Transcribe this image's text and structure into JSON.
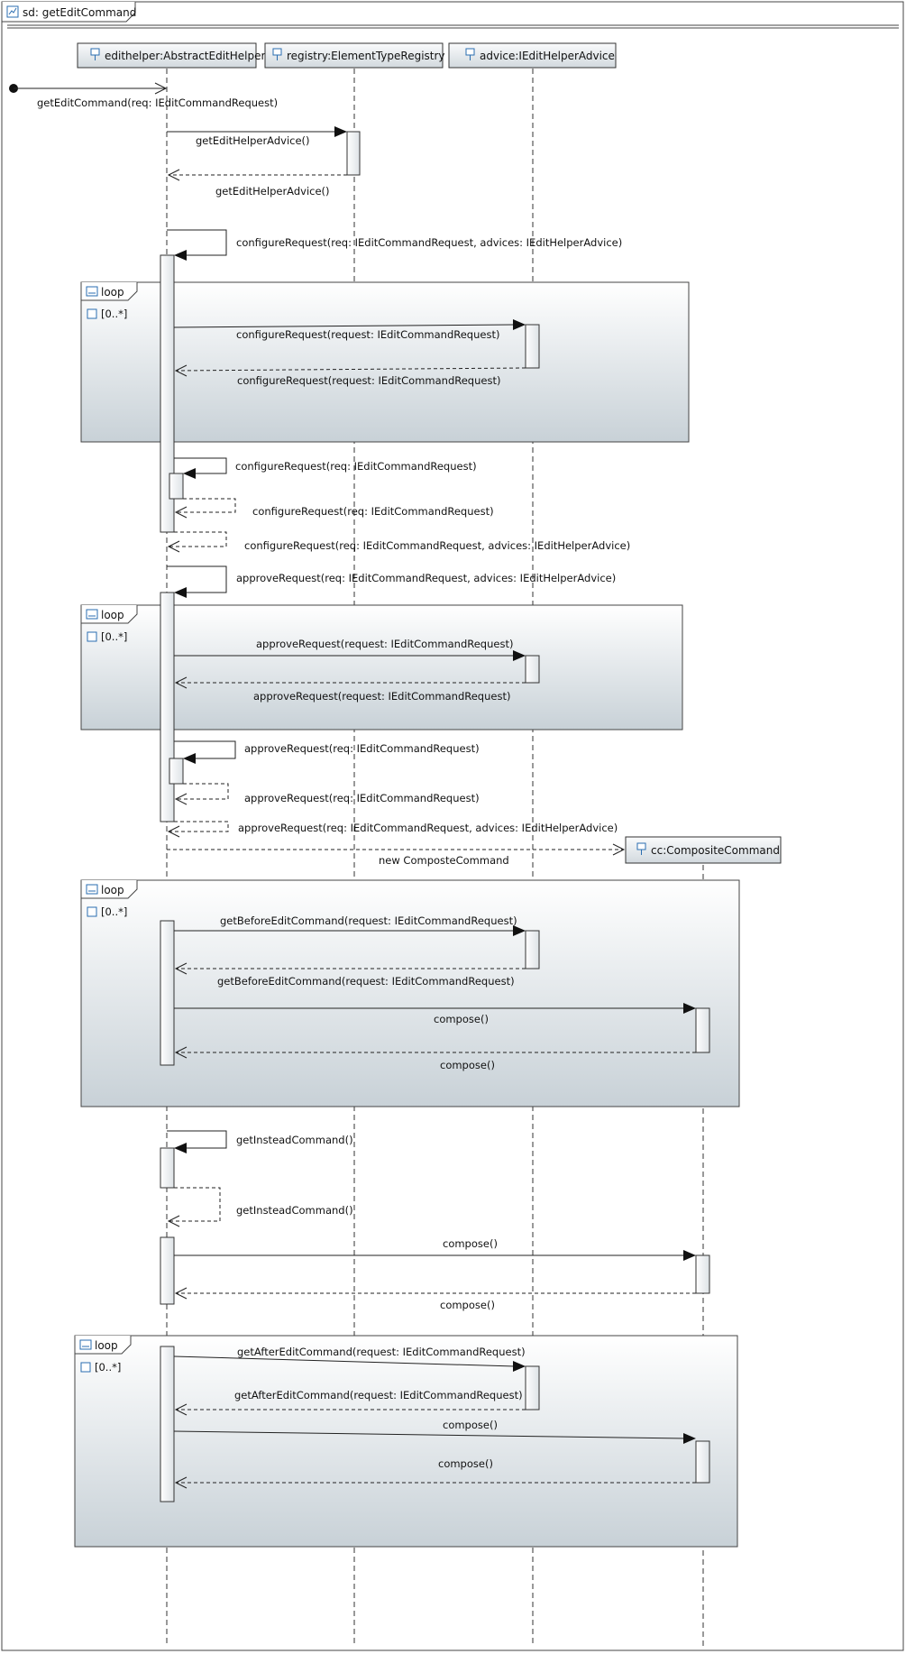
{
  "diagram": {
    "title": "sd: getEditCommand",
    "lifelines": [
      {
        "id": "edithelper",
        "label": "edithelper:AbstractEditHelper"
      },
      {
        "id": "registry",
        "label": "registry:ElementTypeRegistry"
      },
      {
        "id": "advice",
        "label": "advice:IEditHelperAdvice"
      },
      {
        "id": "cc",
        "label": "cc:CompositeCommand"
      }
    ],
    "fragments": [
      {
        "keyword": "loop",
        "guard": "[0..*]"
      },
      {
        "keyword": "loop",
        "guard": "[0..*]"
      },
      {
        "keyword": "loop",
        "guard": "[0..*]"
      },
      {
        "keyword": "loop",
        "guard": "[0..*]"
      }
    ],
    "messages": [
      {
        "label": "getEditCommand(req: IEditCommandRequest)"
      },
      {
        "label": "getEditHelperAdvice()"
      },
      {
        "label": "getEditHelperAdvice()"
      },
      {
        "label": "configureRequest(req: IEditCommandRequest, advices: IEditHelperAdvice)"
      },
      {
        "label": "configureRequest(request: IEditCommandRequest)"
      },
      {
        "label": "configureRequest(request: IEditCommandRequest)"
      },
      {
        "label": "configureRequest(req: IEditCommandRequest)"
      },
      {
        "label": "configureRequest(req: IEditCommandRequest)"
      },
      {
        "label": "configureRequest(req: IEditCommandRequest, advices: IEditHelperAdvice)"
      },
      {
        "label": "approveRequest(req: IEditCommandRequest, advices: IEditHelperAdvice)"
      },
      {
        "label": "approveRequest(request: IEditCommandRequest)"
      },
      {
        "label": "approveRequest(request: IEditCommandRequest)"
      },
      {
        "label": "approveRequest(req: IEditCommandRequest)"
      },
      {
        "label": "approveRequest(req: IEditCommandRequest)"
      },
      {
        "label": "approveRequest(req: IEditCommandRequest, advices: IEditHelperAdvice)"
      },
      {
        "label": "new ComposteCommand"
      },
      {
        "label": "getBeforeEditCommand(request: IEditCommandRequest)"
      },
      {
        "label": "getBeforeEditCommand(request: IEditCommandRequest)"
      },
      {
        "label": "compose()"
      },
      {
        "label": "compose()"
      },
      {
        "label": "getInsteadCommand()"
      },
      {
        "label": "getInsteadCommand()"
      },
      {
        "label": "compose()"
      },
      {
        "label": "compose()"
      },
      {
        "label": "getAfterEditCommand(request: IEditCommandRequest)"
      },
      {
        "label": "getAfterEditCommand(request: IEditCommandRequest)"
      },
      {
        "label": "compose()"
      },
      {
        "label": "compose()"
      }
    ]
  }
}
